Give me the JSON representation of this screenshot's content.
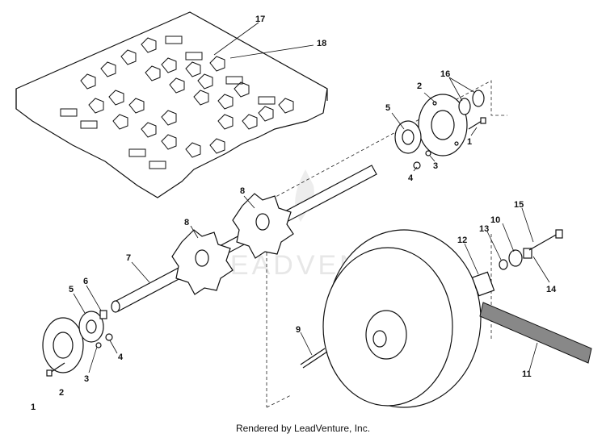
{
  "diagram": {
    "callouts": {
      "c1a": "1",
      "c1b": "1",
      "c2a": "2",
      "c2b": "2",
      "c3a": "3",
      "c3b": "3",
      "c4a": "4",
      "c4b": "4",
      "c5a": "5",
      "c5b": "5",
      "c6": "6",
      "c7": "7",
      "c8a": "8",
      "c8b": "8",
      "c9": "9",
      "c10": "10",
      "c11": "11",
      "c12": "12",
      "c13": "13",
      "c14": "14",
      "c15": "15",
      "c16": "16",
      "c17": "17",
      "c18": "18"
    },
    "watermark": "LEADVENTURE"
  },
  "footer": {
    "text": "Rendered by LeadVenture, Inc."
  }
}
